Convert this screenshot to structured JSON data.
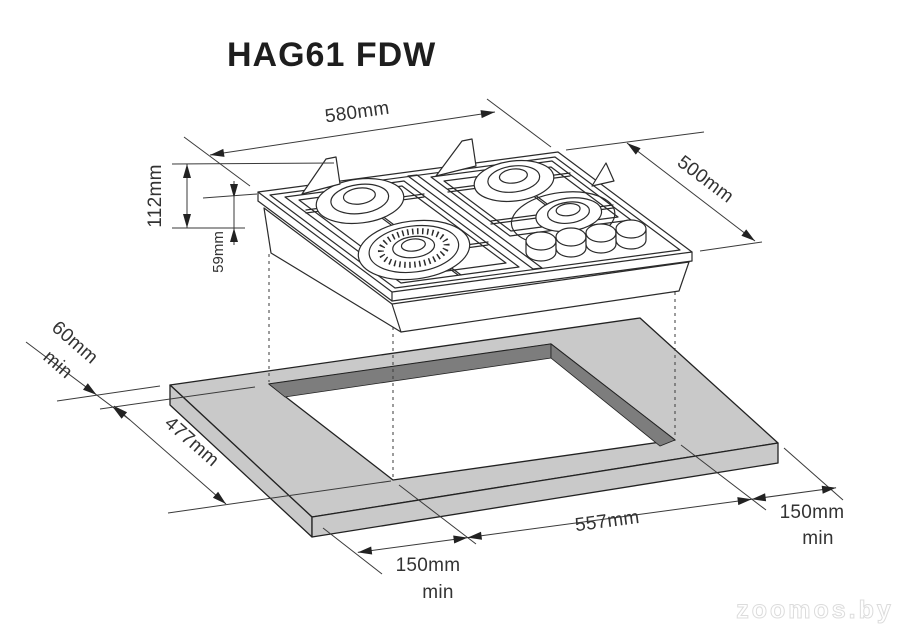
{
  "title": "HAG61 FDW",
  "watermark": "zoomos.by",
  "colors": {
    "line": "#2b2b2b",
    "worktop_fill": "#c9c9c9",
    "cutout_wall_fill": "#7d7d7d"
  },
  "dimensions": {
    "hob_width": "580mm",
    "hob_depth": "500mm",
    "height_total": "112mm",
    "height_under_top": "59mm",
    "rear_clearance": "60mm",
    "rear_clearance_min": "min",
    "cutout_depth": "477mm",
    "cutout_width": "557mm",
    "clearance_front": "150mm",
    "clearance_front_min": "min",
    "clearance_right": "150mm",
    "clearance_right_min": "min"
  }
}
